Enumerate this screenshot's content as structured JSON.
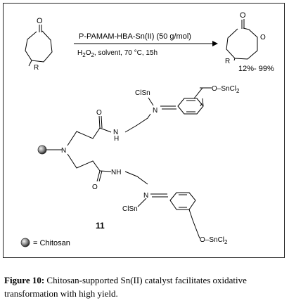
{
  "reaction": {
    "reagent": "P-PAMAM-HBA-Sn(II) (50 g/mol)",
    "conditions_prefix": "H",
    "conditions_sub": "2",
    "conditions_mid": "O",
    "conditions_sub2": "2",
    "conditions_rest": ", solvent, 70 °C, 15h",
    "reactant_oxygen": "O",
    "reactant_r": "R",
    "product_oxygen": "O",
    "product_r": "R",
    "yield": "12%- 99%"
  },
  "structure": {
    "compound_number": "11",
    "top_clsn": "ClSn",
    "bottom_clsn": "ClSn",
    "top_o_sncl2": "O–SnCl",
    "bottom_o_sncl2": "O–SnCl",
    "sub2": "2",
    "n_imine_top": "N",
    "n_imine_bottom": "N",
    "n_center": "N",
    "nh_top_n": "N",
    "nh_top_h": "H",
    "nh_bottom": "NH",
    "carbonyl_o_top": "O",
    "carbonyl_o_bottom": "O"
  },
  "legend": {
    "label": "= Chitosan"
  },
  "caption": {
    "label": "Figure 10:",
    "text": " Chitosan-supported Sn(II) catalyst facilitates oxidative transformation with high yield."
  }
}
